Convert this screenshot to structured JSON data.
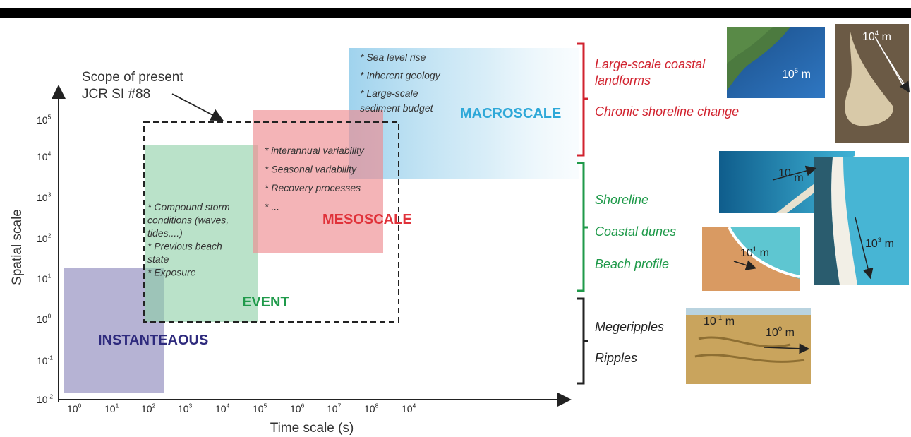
{
  "axes": {
    "y_label": "Spatial scale",
    "x_label": "Time scale (s)",
    "y_ticks": [
      {
        "base": "10",
        "exp": "-2"
      },
      {
        "base": "10",
        "exp": "-1"
      },
      {
        "base": "10",
        "exp": "0"
      },
      {
        "base": "10",
        "exp": "1"
      },
      {
        "base": "10",
        "exp": "2"
      },
      {
        "base": "10",
        "exp": "3"
      },
      {
        "base": "10",
        "exp": "4"
      },
      {
        "base": "10",
        "exp": "5"
      }
    ],
    "x_ticks": [
      {
        "base": "10",
        "exp": "0"
      },
      {
        "base": "10",
        "exp": "1"
      },
      {
        "base": "10",
        "exp": "2"
      },
      {
        "base": "10",
        "exp": "3"
      },
      {
        "base": "10",
        "exp": "4"
      },
      {
        "base": "10",
        "exp": "5"
      },
      {
        "base": "10",
        "exp": "6"
      },
      {
        "base": "10",
        "exp": "7"
      },
      {
        "base": "10",
        "exp": "8"
      },
      {
        "base": "10",
        "exp": "4"
      }
    ]
  },
  "scope": {
    "line1": "Scope of present",
    "line2": "JCR SI #88"
  },
  "regions": {
    "instantaneous": {
      "label": "INSTANTEAOUS",
      "color": "#2e2a7d"
    },
    "event": {
      "label": "EVENT",
      "color": "#1f9a4a",
      "notes": [
        "* Compound storm",
        "conditions (waves,",
        "tides,...)",
        "* Previous beach",
        "state",
        "* Exposure"
      ]
    },
    "mesoscale": {
      "label": "MESOSCALE",
      "color": "#e0323a",
      "notes": [
        "* interannual variability",
        "* Seasonal variability",
        "* Recovery processes",
        "* ..."
      ]
    },
    "macroscale": {
      "label": "MACROSCALE",
      "color": "#2ea8d8",
      "notes": [
        "* Sea level rise",
        "* Inherent geology",
        "* Large-scale",
        "sediment budget"
      ]
    }
  },
  "right_panel": {
    "red_group": [
      "Large-scale coastal",
      "landforms",
      "Chronic shoreline change"
    ],
    "green_group": [
      "Shoreline",
      "Coastal dunes",
      "Beach profile"
    ],
    "black_group": [
      "Megeripples",
      "Ripples"
    ],
    "photo_labels": {
      "satellite": {
        "base": "10",
        "exp": "5",
        "unit": " m"
      },
      "spit": {
        "base": "10",
        "exp": "4",
        "unit": " m"
      },
      "aerial_shore": {
        "base": "10",
        "exp": "",
        "unit": " m"
      },
      "beach_profile": {
        "base": "10",
        "exp": "1",
        "unit": " m"
      },
      "long_beach": {
        "base": "10",
        "exp": "3",
        "unit": " m"
      },
      "ripples_a": {
        "base": "10",
        "exp": "-1",
        "unit": " m"
      },
      "ripples_b": {
        "base": "10",
        "exp": "0",
        "unit": " m"
      }
    },
    "colors": {
      "red": "#d1232f",
      "green": "#1f9a4a",
      "black": "#222222"
    }
  }
}
